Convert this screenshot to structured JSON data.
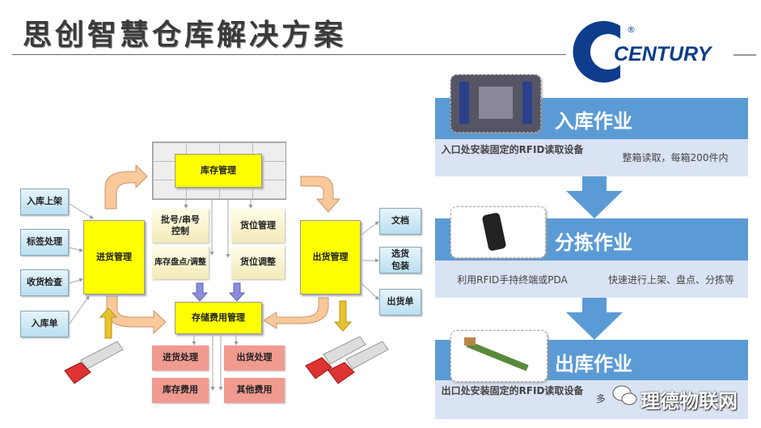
{
  "header": {
    "title": "思创智慧仓库解决方案",
    "logo_text": "CENTURY",
    "logo_mark": "®"
  },
  "diagram": {
    "inventory_mgmt": "库存管理",
    "inbound_mgmt": "进货管理",
    "outbound_mgmt": "出货管理",
    "storage_fee_mgmt": "存储费用管理",
    "left_items": [
      "入库上架",
      "标签处理",
      "收货检查",
      "入库单"
    ],
    "right_items": [
      "文档",
      "选货包装",
      "出货单"
    ],
    "middle_items": [
      "批号/串号控制",
      "货位管理",
      "库存盘点/调整",
      "货位调整"
    ],
    "fee_items": [
      "进货处理",
      "出货处理",
      "库存费用",
      "其他费用"
    ]
  },
  "process": {
    "stages": [
      {
        "title": "入库作业",
        "desc_left": "入口处安装固定的RFID读取设备",
        "desc_right": "整箱读取，每箱200件内"
      },
      {
        "title": "分拣作业",
        "desc_left": "利用RFID手持终端或PDA",
        "desc_right": "快速进行上架、盘点、分拣等"
      },
      {
        "title": "出库作业",
        "desc_left": "出口处安装固定的RFID读取设备",
        "desc_right": "多"
      }
    ]
  },
  "watermark": "理德物联网",
  "colors": {
    "band_dark": "#5b9bd5",
    "band_light": "#dae3f3",
    "yellow": "#ffff00",
    "pink": "#f09a90"
  }
}
